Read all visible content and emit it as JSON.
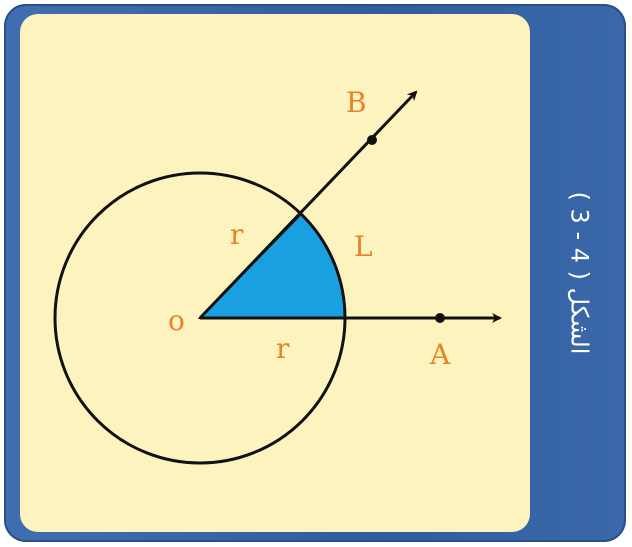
{
  "figure": {
    "caption": "الشكل ( 4 - 3 )"
  },
  "labels": {
    "center": "o",
    "point_a": "A",
    "point_b": "B",
    "radius_bottom": "r",
    "radius_top": "r",
    "arc": "L"
  },
  "colors": {
    "frame": "#3564a6",
    "panel": "#fdf3bf",
    "sector_fill": "#1a9fe0",
    "label": "#e8832a",
    "stroke": "#111111"
  }
}
